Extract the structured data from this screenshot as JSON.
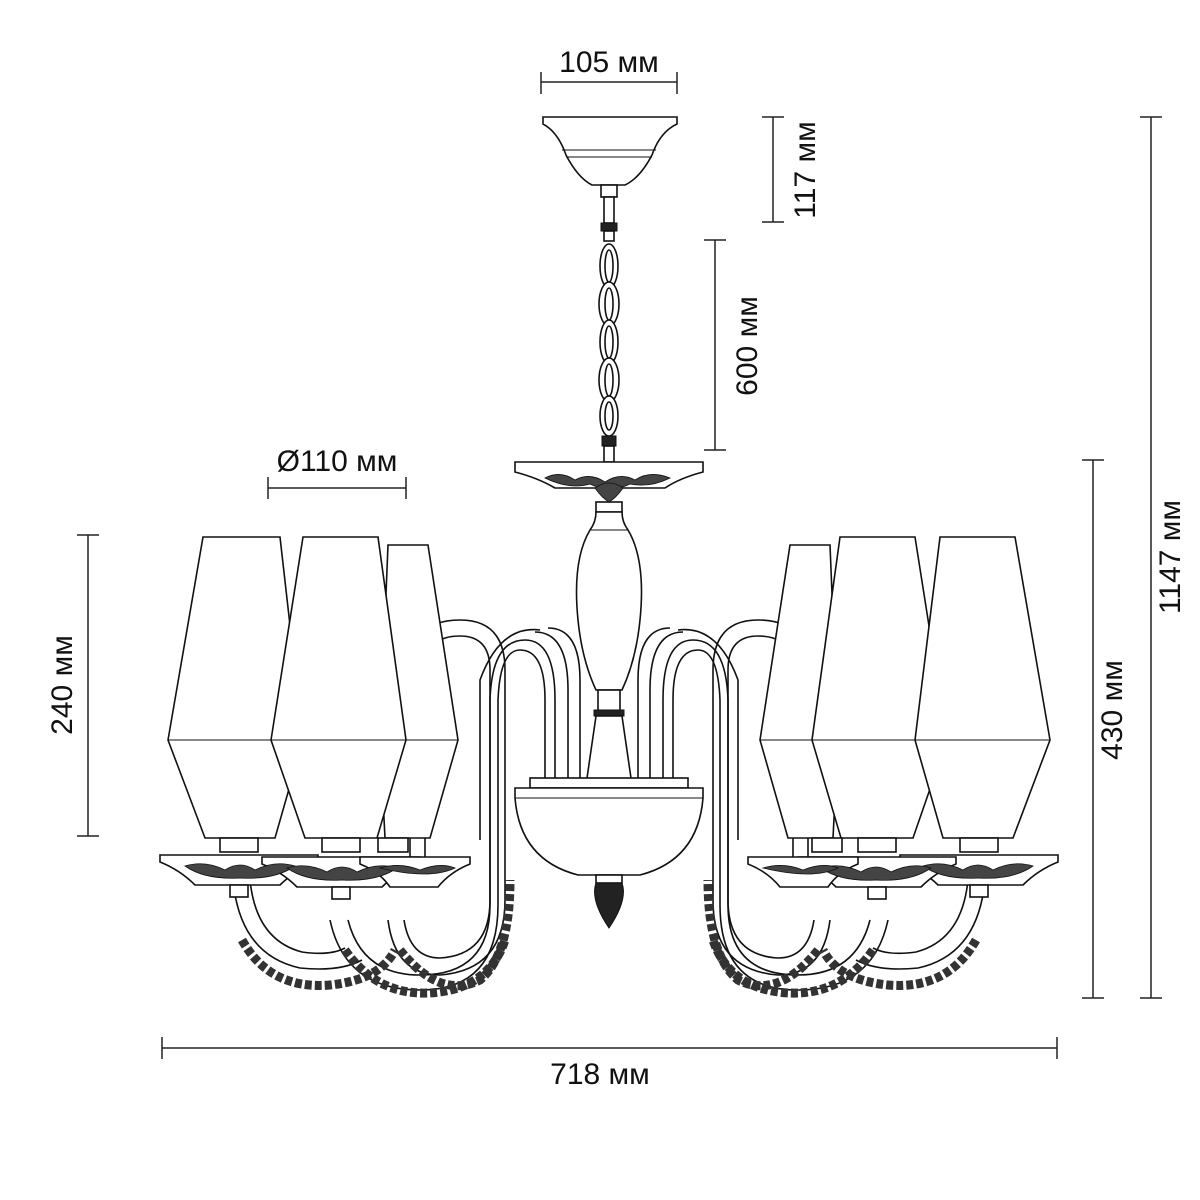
{
  "dimensions": {
    "canopy_width": "105 мм",
    "canopy_height": "117 мм",
    "chain_length": "600 мм",
    "shade_diameter": "Ø110 мм",
    "shade_height": "240 мм",
    "body_height": "430 мм",
    "total_height": "1147 мм",
    "total_width": "718 мм"
  }
}
